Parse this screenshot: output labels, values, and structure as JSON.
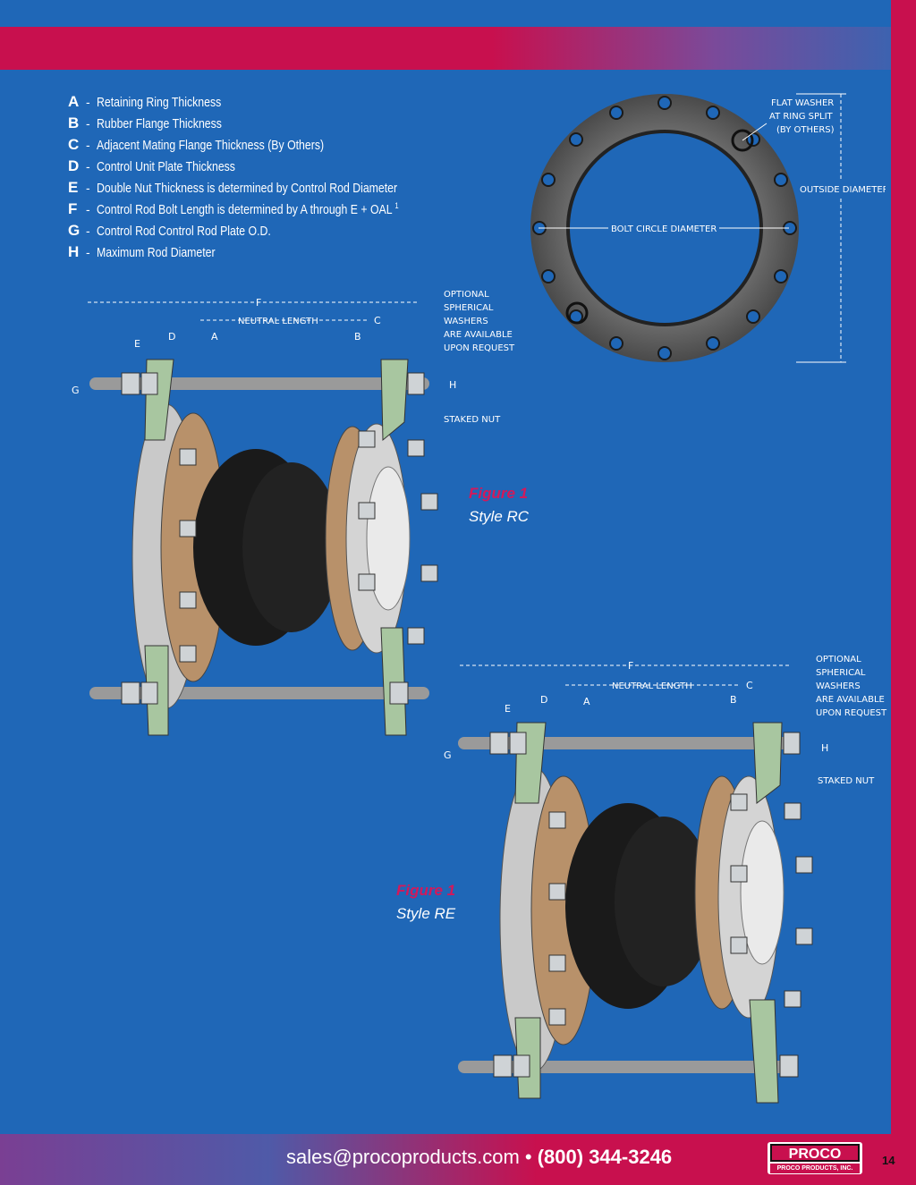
{
  "legend": [
    {
      "letter": "A",
      "text": "Retaining Ring Thickness"
    },
    {
      "letter": "B",
      "text": "Rubber Flange Thickness"
    },
    {
      "letter": "C",
      "text": "Adjacent Mating Flange Thickness (By Others)"
    },
    {
      "letter": "D",
      "text": "Control Unit Plate Thickness"
    },
    {
      "letter": "E",
      "text": "Double Nut Thickness is determined by Control Rod Diameter"
    },
    {
      "letter": "F",
      "text": "Control Rod Bolt Length is determined by A through E + OAL",
      "sup": "1"
    },
    {
      "letter": "G",
      "text": "Control Rod Control Rod Plate O.D."
    },
    {
      "letter": "H",
      "text": "Maximum Rod Diameter"
    }
  ],
  "flange": {
    "flat_washer": [
      "FLAT WASHER",
      "AT RING SPLIT",
      "(BY OTHERS)"
    ],
    "outside_diameter": "OUTSIDE DIAMETER",
    "bolt_circle": "BOLT CIRCLE DIAMETER"
  },
  "dims": {
    "f": "F",
    "neutral": "NEUTRAL LENGTH",
    "c": "C",
    "d": "D",
    "e": "E",
    "a": "A",
    "b": "B",
    "g": "G",
    "h": "H",
    "optional": [
      "OPTIONAL",
      "SPHERICAL",
      "WASHERS",
      "ARE AVAILABLE",
      "UPON REQUEST"
    ],
    "staked": "STAKED NUT"
  },
  "figures": [
    {
      "label": "Figure 1",
      "style": "Style RC"
    },
    {
      "label": "Figure 1",
      "style": "Style RE"
    }
  ],
  "footer": {
    "email": "sales@procoproducts.com",
    "bullet": " • ",
    "phone": "(800) 344-3246",
    "logo_word": "PROCO",
    "logo_sub": "PROCO PRODUCTS, INC.",
    "page": "14"
  },
  "colors": {
    "background": "#1f67b7",
    "accent": "#c8104e"
  }
}
